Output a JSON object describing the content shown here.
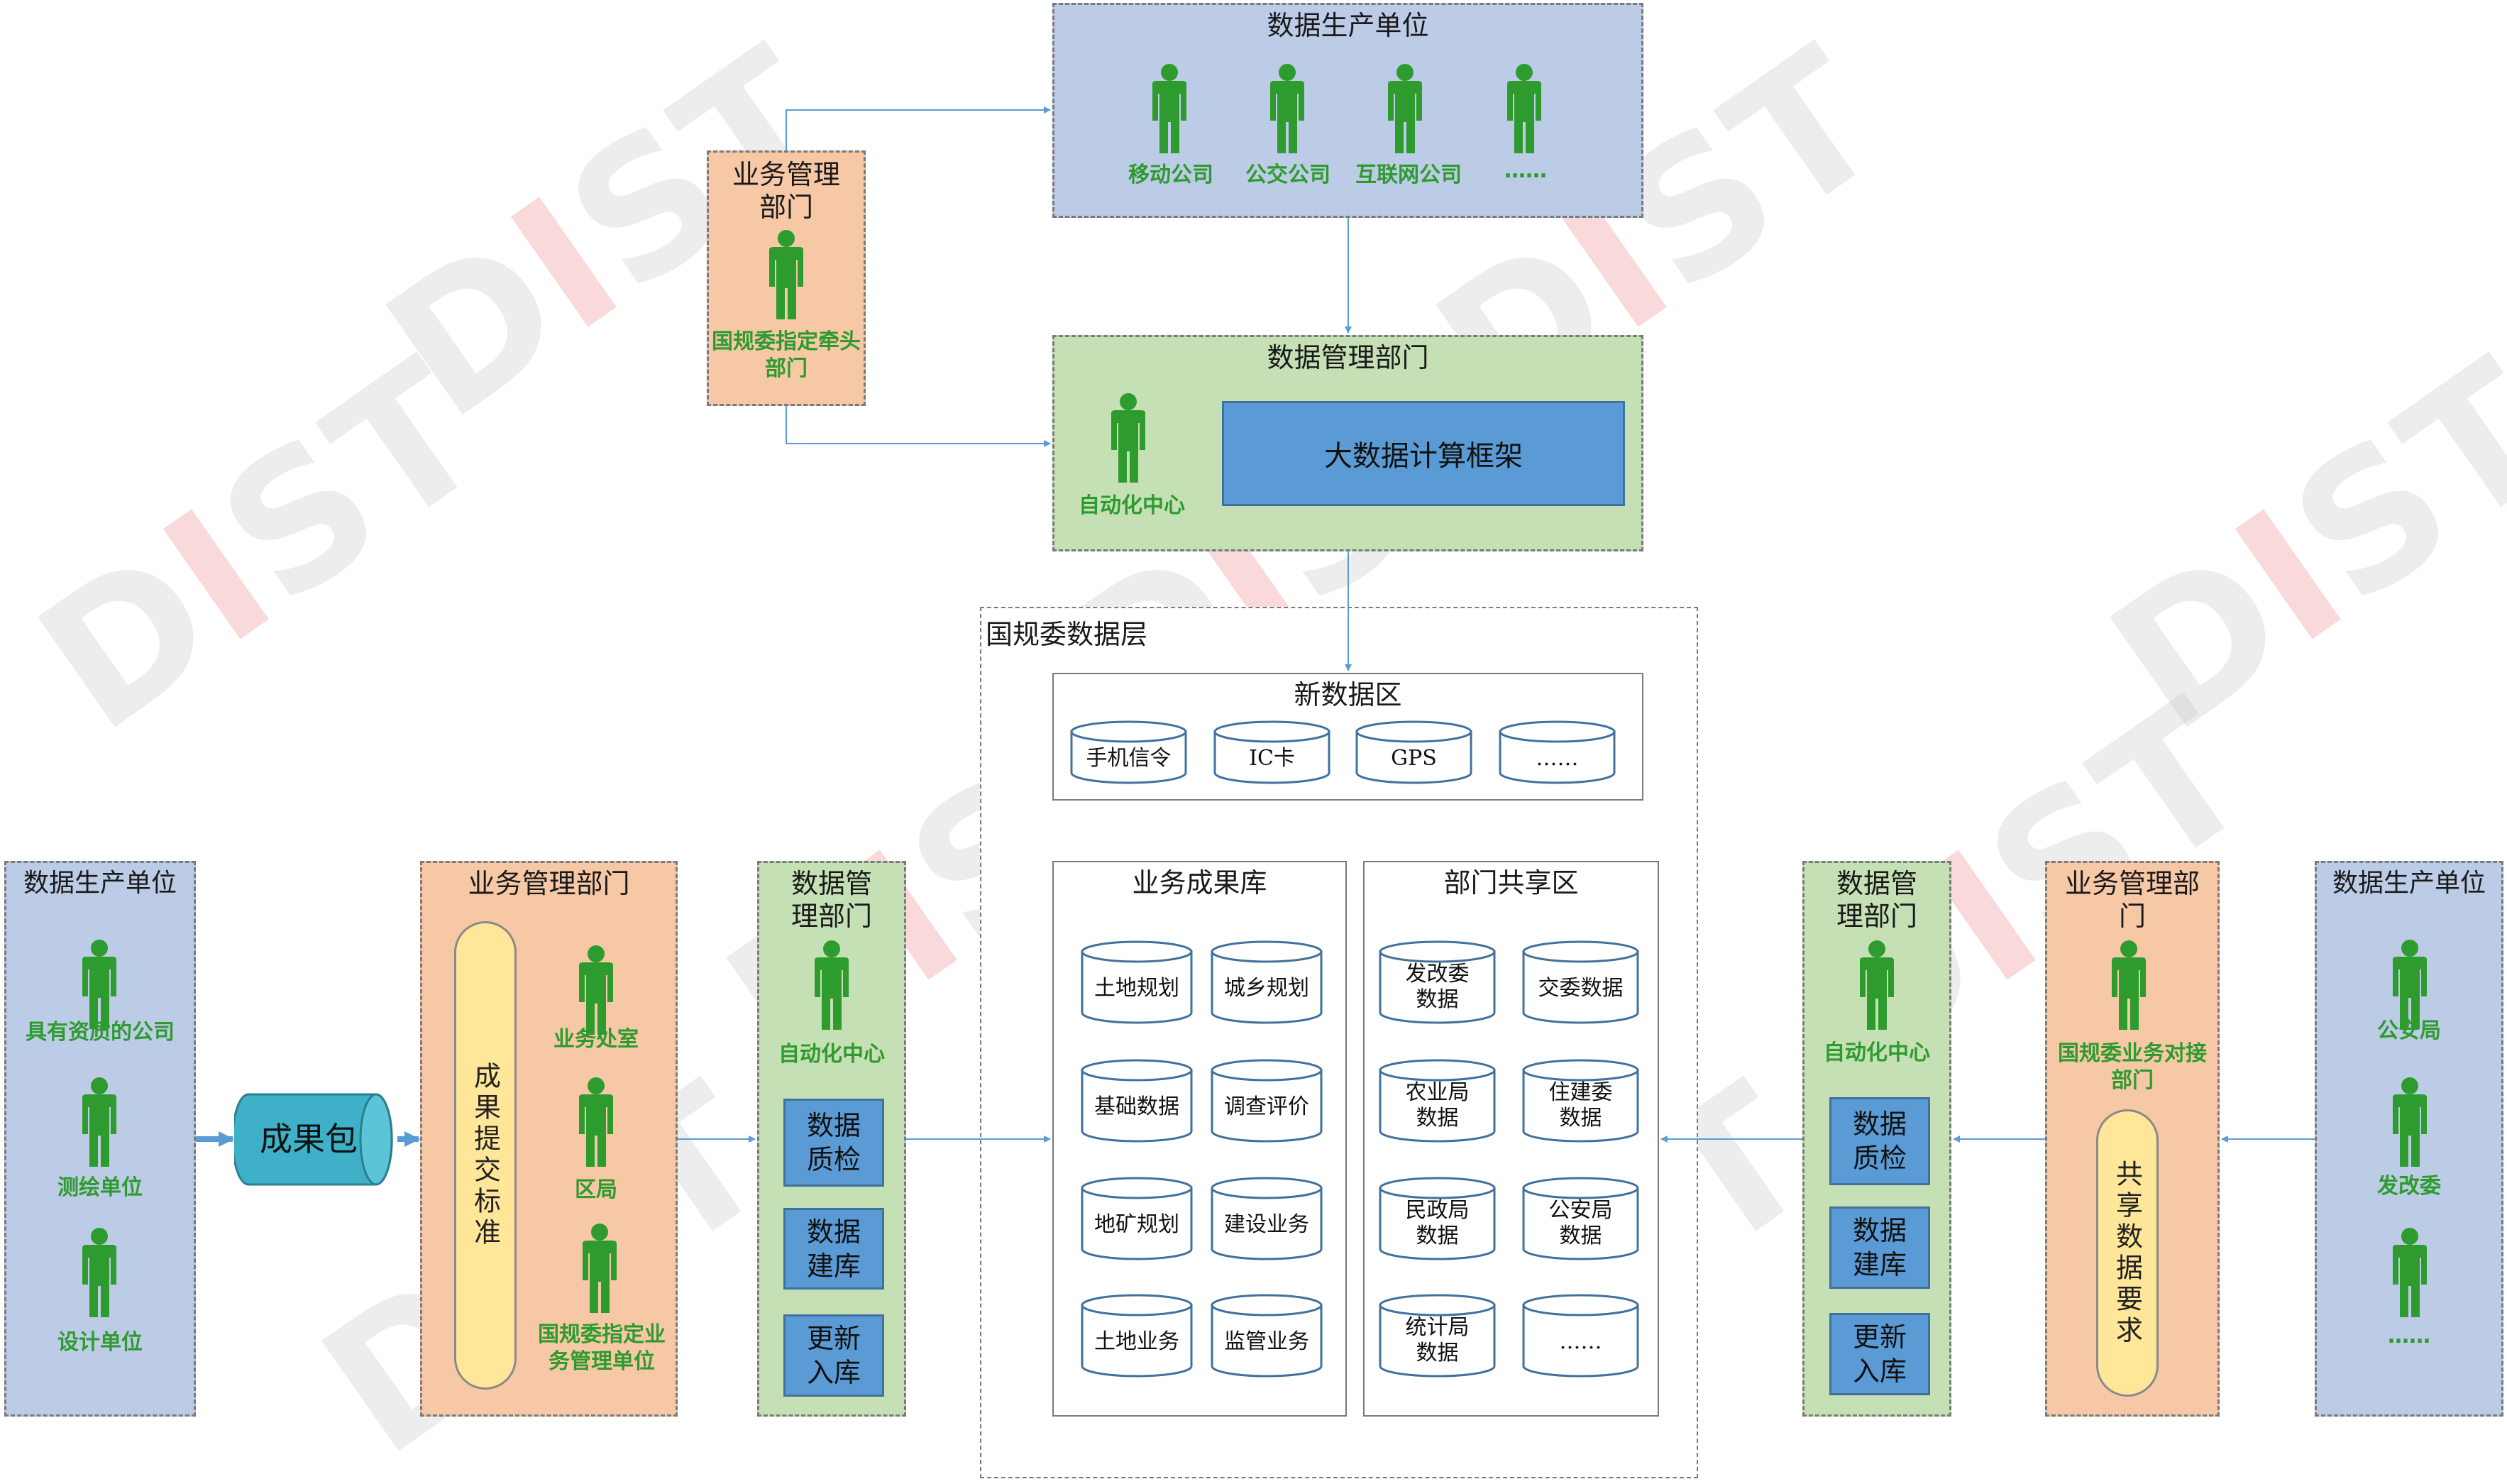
{
  "watermark": {
    "text_before": "D",
    "text_accent": "I",
    "text_after": "ST"
  },
  "top": {
    "producers": {
      "title": "数据生产单位",
      "people": [
        "移动公司",
        "公交公司",
        "互联网公司",
        "……"
      ]
    },
    "biz_dept": {
      "title": "业务管理部门",
      "person": "国规委指定牵头部门"
    },
    "data_dept": {
      "title": "数据管理部门",
      "person": "自动化中心",
      "framework": "大数据计算框架"
    }
  },
  "layer": {
    "title": "国规委数据层",
    "new_zone": {
      "title": "新数据区",
      "items": [
        "手机信令",
        "IC卡",
        "GPS",
        "……"
      ]
    },
    "results_lib": {
      "title": "业务成果库",
      "items": [
        "土地规划",
        "城乡规划",
        "基础数据",
        "调查评价",
        "地矿规划",
        "建设业务",
        "土地业务",
        "监管业务"
      ]
    },
    "shared_zone": {
      "title": "部门共享区",
      "items": [
        "发改委数据",
        "交委数据",
        "农业局数据",
        "住建委数据",
        "民政局数据",
        "公安局数据",
        "统计局数据",
        "……"
      ]
    }
  },
  "left": {
    "producers": {
      "title": "数据生产单位",
      "people": [
        "具有资质的公司",
        "测绘单位",
        "设计单位"
      ]
    },
    "package": "成果包",
    "biz_dept": {
      "title": "业务管理部门",
      "standard": "成果提交标准",
      "people": [
        "业务处室",
        "区局",
        "国规委指定业务管理单位"
      ]
    },
    "data_dept": {
      "title": "数据管理部门",
      "person": "自动化中心",
      "steps": [
        "数据质检",
        "数据建库",
        "更新入库"
      ]
    }
  },
  "right": {
    "data_dept": {
      "title": "数据管理部门",
      "person": "自动化中心",
      "steps": [
        "数据质检",
        "数据建库",
        "更新入库"
      ]
    },
    "biz_dept": {
      "title": "业务管理部门",
      "person": "国规委业务对接部门",
      "requirement": "共享数据要求"
    },
    "producers": {
      "title": "数据生产单位",
      "people": [
        "公安局",
        "发改委",
        "……"
      ]
    }
  },
  "colors": {
    "person": "#2e9b2e",
    "blue_box": "#bccbe6",
    "green_box": "#c5e0b4",
    "orange_box": "#f7c8a6",
    "process": "#5b9bd5",
    "arrow": "#5b9bd5"
  }
}
